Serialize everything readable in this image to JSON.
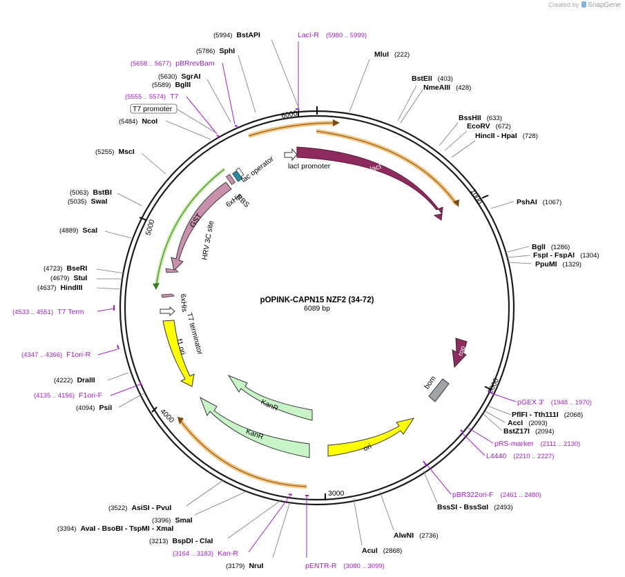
{
  "branding": {
    "created_by": "Created by",
    "product": "SnapGene"
  },
  "plasmid": {
    "name": "pOPINK-CAPN15 NZF2 (34-72)",
    "size_label": "6089 bp"
  },
  "tick_labels": [
    "1000",
    "2000",
    "3000",
    "4000",
    "5000",
    "6000"
  ],
  "colors": {
    "backbone": "#1a1a1a",
    "primer": "#a020c8",
    "lacI": "#8e2a5e",
    "gst": "#c890ac",
    "kan": "#c8f5c8",
    "yellow": "#ffff00",
    "orange": "#f2c27a",
    "rop": "#8e2a5e",
    "bom": "#a0a4a8",
    "his": "#2a8aa0"
  },
  "restriction_sites": [
    {
      "name": "BstAPI",
      "pos": "(5994)"
    },
    {
      "name": "SphI",
      "pos": "(5786)"
    },
    {
      "name": "SgrAI",
      "pos": "(5630)"
    },
    {
      "name": "BglII",
      "pos": "(5589)"
    },
    {
      "name": "NcoI",
      "pos": "(5484)"
    },
    {
      "name": "MscI",
      "pos": "(5255)"
    },
    {
      "name": "BstBI",
      "pos": "(5063)"
    },
    {
      "name": "SwaI",
      "pos": "(5035)"
    },
    {
      "name": "ScaI",
      "pos": "(4889)"
    },
    {
      "name": "BseRI",
      "pos": "(4723)"
    },
    {
      "name": "StuI",
      "pos": "(4679)"
    },
    {
      "name": "HindIII",
      "pos": "(4637)"
    },
    {
      "name": "DraIII",
      "pos": "(4222)"
    },
    {
      "name": "PsiI",
      "pos": "(4094)"
    },
    {
      "name": "MluI",
      "pos": "(222)"
    },
    {
      "name": "BstEII",
      "pos": "(403)"
    },
    {
      "name": "NmeAIII",
      "pos": "(428)"
    },
    {
      "name": "BssHII",
      "pos": "(633)"
    },
    {
      "name": "EcoRV",
      "pos": "(672)"
    },
    {
      "name": "HincII  -  HpaI",
      "pos": "(728)"
    },
    {
      "name": "PshAI",
      "pos": "(1067)"
    },
    {
      "name": "BglI",
      "pos": "(1286)"
    },
    {
      "name": "FspI  -  FspAI",
      "pos": "(1304)"
    },
    {
      "name": "PpuMI",
      "pos": "(1329)"
    },
    {
      "name": "PflFI  -  Tth111I",
      "pos": "(2068)"
    },
    {
      "name": "AccI",
      "pos": "(2093)"
    },
    {
      "name": "BstZ17I",
      "pos": "(2094)"
    },
    {
      "name": "BssSI  -  BssSαI",
      "pos": "(2493)"
    },
    {
      "name": "AlwNI",
      "pos": "(2736)"
    },
    {
      "name": "AcuI",
      "pos": "(2868)"
    },
    {
      "name": "NruI",
      "pos": "(3179)"
    },
    {
      "name": "BspDI  -  ClaI",
      "pos": "(3213)"
    },
    {
      "name": "AvaI  -  BsoBI  -  TspMI  -  XmaI",
      "pos": "(3394)"
    },
    {
      "name": "SmaI",
      "pos": "(3396)"
    },
    {
      "name": "AsiSI  -  PvuI",
      "pos": "(3522)"
    }
  ],
  "primers": [
    {
      "name": "LacI-R",
      "pos": "(5980 .. 5999)"
    },
    {
      "name": "pBRrevBam",
      "pos": "(5658 .. 5677)"
    },
    {
      "name": "T7",
      "pos": "(5555 .. 5574)"
    },
    {
      "name": "T7 Term",
      "pos": "(4533 .. 4551)"
    },
    {
      "name": "F1ori-R",
      "pos": "(4347 .. 4366)"
    },
    {
      "name": "F1ori-F",
      "pos": "(4135 .. 4156)"
    },
    {
      "name": "pGEX 3'",
      "pos": "(1948 .. 1970)"
    },
    {
      "name": "pRS-marker",
      "pos": "(2111 .. 2130)"
    },
    {
      "name": "L4440",
      "pos": "(2210 .. 2227)"
    },
    {
      "name": "pBR322ori-F",
      "pos": "(2461 .. 2480)"
    },
    {
      "name": "pENTR-R",
      "pos": "(3080 .. 3099)"
    },
    {
      "name": "Kan-R",
      "pos": "(3164 .. 3183)"
    }
  ],
  "features": {
    "t7_promoter_box": "T7 promoter",
    "laci": "lacI",
    "laci_promoter": "lacI promoter",
    "lac_operator": "lac operator",
    "rbs": "RBS",
    "his_top": "6xHis",
    "gst": "GST",
    "hrv": "HRV 3C site",
    "his_bottom": "6xHis",
    "t7_terminator": "T7 terminator",
    "f1_ori": "f1 ori",
    "kanr_inner": "KanR",
    "kanr_outer": "KanR",
    "ori": "ori",
    "rop": "rop",
    "bom": "bom"
  }
}
